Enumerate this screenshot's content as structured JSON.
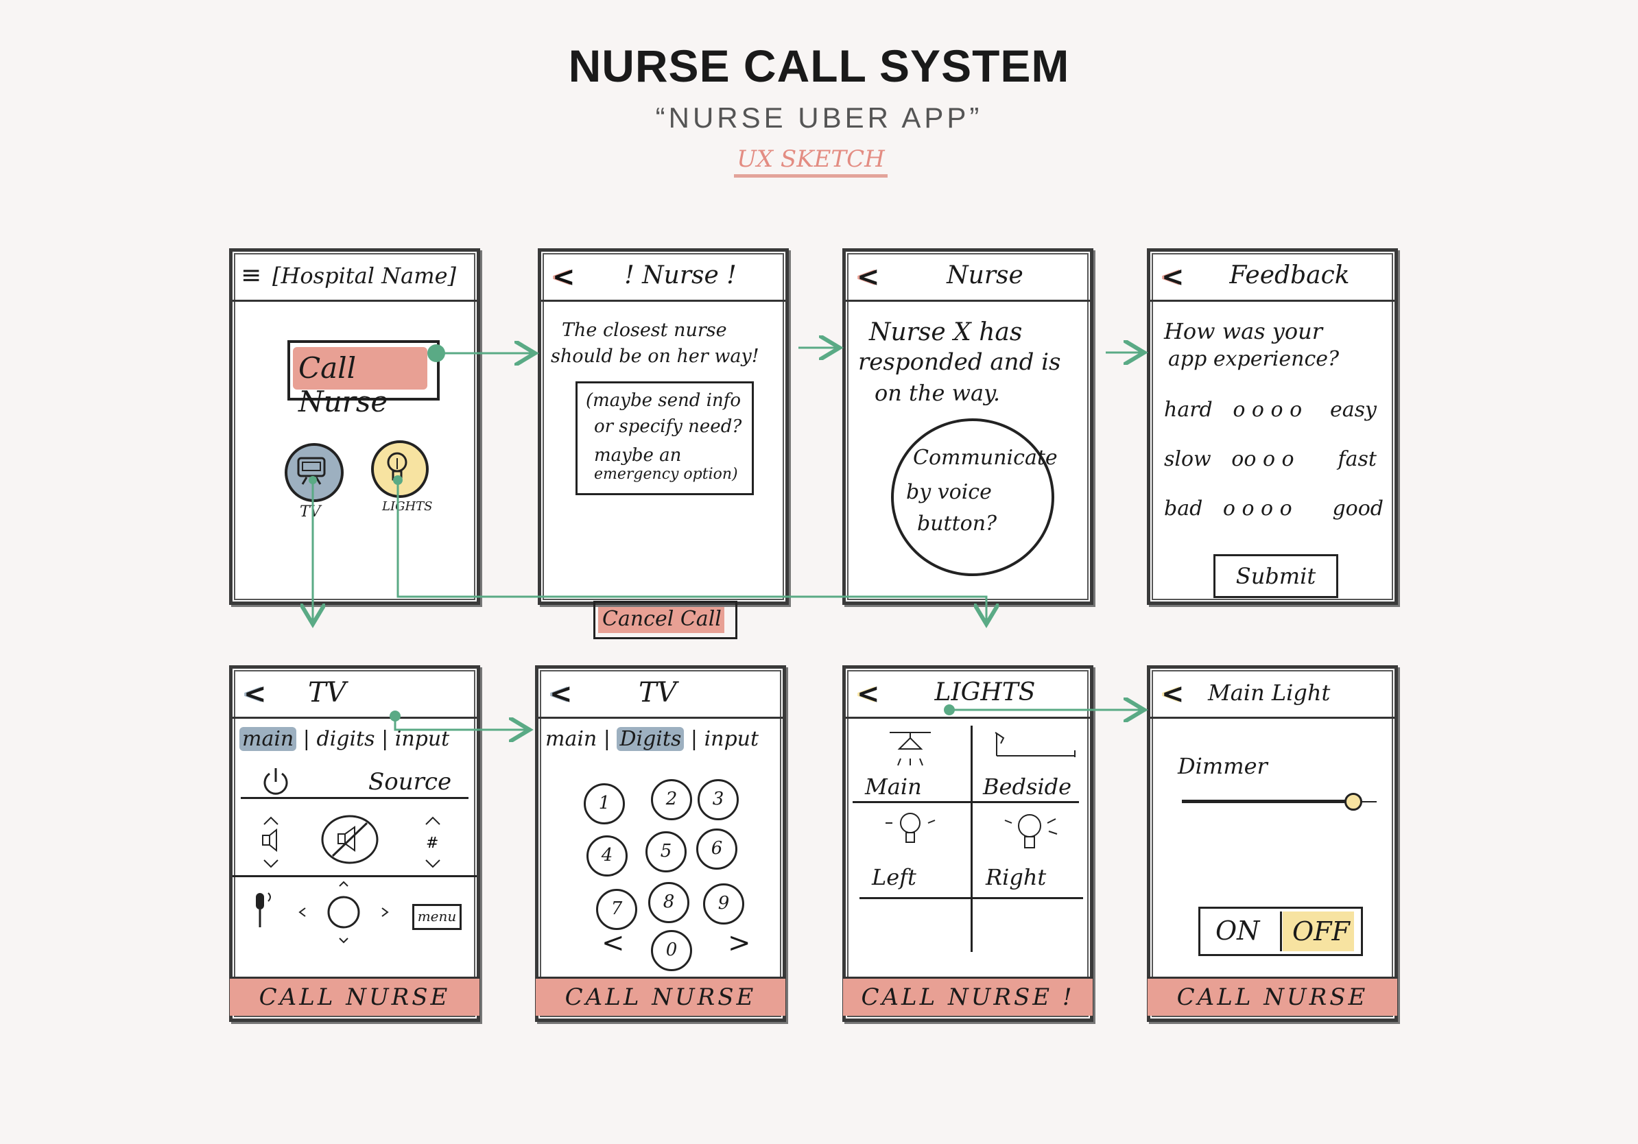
{
  "header": {
    "title": "NURSE CALL SYSTEM",
    "subtitle": "“NURSE UBER APP”",
    "tag": "UX SKETCH"
  },
  "colors": {
    "accent": "#e8a094",
    "flow": "#5aaa85",
    "blue": "#9db0c0",
    "yellow": "#f7e3a1"
  },
  "screens": {
    "home": {
      "menu_icon": "≡",
      "title": "[Hospital Name]",
      "call_button": "Call Nurse",
      "tv_label": "TV",
      "lights_label": "LIGHTS"
    },
    "calling": {
      "back": "<",
      "title": "! Nurse !",
      "message_line1": "The closest nurse",
      "message_line2": "should be on her way!",
      "note_line1": "(maybe send info",
      "note_line2": "or specify need?",
      "note_line3": "maybe an",
      "note_line4": "emergency option)",
      "cancel_button": "Cancel Call"
    },
    "responded": {
      "back": "<",
      "title": "Nurse",
      "msg_line1": "Nurse X has",
      "msg_line2": "responded and is",
      "msg_line3": "on the way.",
      "voice_line1": "Communicate",
      "voice_line2": "by voice",
      "voice_line3": "button?"
    },
    "feedback": {
      "back": "<",
      "title": "Feedback",
      "q_line1": "How was your",
      "q_line2": "app experience?",
      "rows": [
        {
          "left": "hard",
          "dots": "o o o o",
          "right": "easy"
        },
        {
          "left": "slow",
          "dots": "oo o o",
          "right": "fast"
        },
        {
          "left": "bad",
          "dots": "o o  o o",
          "right": "good"
        }
      ],
      "submit": "Submit"
    },
    "tv_main": {
      "back": "<",
      "title": "TV",
      "tab_main": "main",
      "tab_digits": "digits",
      "tab_input": "input",
      "source": "Source",
      "menu": "menu",
      "footer": "CALL NURSE"
    },
    "tv_digits": {
      "back": "<",
      "title": "TV",
      "tab_main": "main",
      "tab_digits": "Digits",
      "tab_input": "input",
      "keys": [
        "1",
        "2",
        "3",
        "4",
        "5",
        "6",
        "7",
        "8",
        "9",
        "0"
      ],
      "prev": "<",
      "next": ">",
      "footer": "CALL NURSE"
    },
    "lights": {
      "back": "<",
      "title": "LIGHTS",
      "cells": [
        "Main",
        "Bedside",
        "Left",
        "Right"
      ],
      "footer": "CALL NURSE !"
    },
    "main_light": {
      "back": "<",
      "title": "Main Light",
      "dimmer": "Dimmer",
      "dimmer_level": 0.88,
      "on": "ON",
      "off": "OFF",
      "footer": "CALL NURSE"
    }
  }
}
